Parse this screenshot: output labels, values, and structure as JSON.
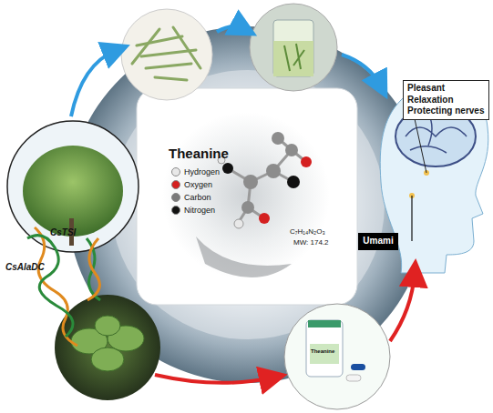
{
  "diagram": {
    "nodes": [
      {
        "text": [
          "Pleasant",
          "Relaxation",
          "Protecting nerves"
        ]
      },
      {
        "text": [
          "Umami"
        ]
      }
    ],
    "labels": [
      "Theanine",
      "C₇H₁₄N₂O₃",
      "MW: 174.2",
      "CsTSI",
      "CsAlaDC",
      "Theanine"
    ],
    "legend": [
      {
        "text": "Hydrogen",
        "color": "#e8e8e8"
      },
      {
        "text": "Oxygen",
        "color": "#d42020"
      },
      {
        "text": "Carbon",
        "color": "#7a7a7a"
      },
      {
        "text": "Nitrogen",
        "color": "#111111"
      }
    ]
  }
}
